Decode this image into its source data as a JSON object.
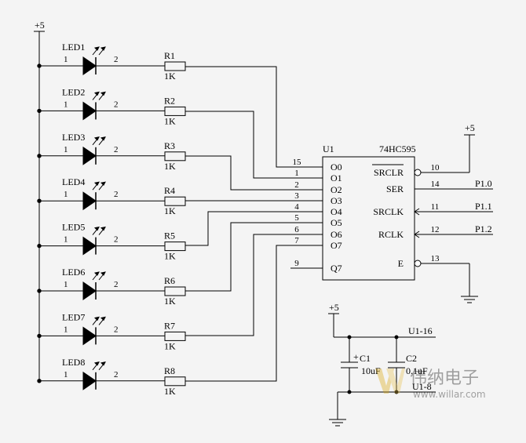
{
  "power": {
    "vcc_label": "+5"
  },
  "leds": [
    {
      "led": "LED1",
      "pin1": "1",
      "pin2": "2",
      "res": "R1",
      "val": "1K"
    },
    {
      "led": "LED2",
      "pin1": "1",
      "pin2": "2",
      "res": "R2",
      "val": "1K"
    },
    {
      "led": "LED3",
      "pin1": "1",
      "pin2": "2",
      "res": "R3",
      "val": "1K"
    },
    {
      "led": "LED4",
      "pin1": "1",
      "pin2": "2",
      "res": "R4",
      "val": "1K"
    },
    {
      "led": "LED5",
      "pin1": "1",
      "pin2": "2",
      "res": "R5",
      "val": "1K"
    },
    {
      "led": "LED6",
      "pin1": "1",
      "pin2": "2",
      "res": "R6",
      "val": "1K"
    },
    {
      "led": "LED7",
      "pin1": "1",
      "pin2": "2",
      "res": "R7",
      "val": "1K"
    },
    {
      "led": "LED8",
      "pin1": "1",
      "pin2": "2",
      "res": "R8",
      "val": "1K"
    }
  ],
  "ic": {
    "ref": "U1",
    "part": "74HC595",
    "left_pins": [
      {
        "num": "15",
        "name": "O0"
      },
      {
        "num": "1",
        "name": "O1"
      },
      {
        "num": "2",
        "name": "O2"
      },
      {
        "num": "3",
        "name": "O3"
      },
      {
        "num": "4",
        "name": "O4"
      },
      {
        "num": "5",
        "name": "O5"
      },
      {
        "num": "6",
        "name": "O6"
      },
      {
        "num": "7",
        "name": "O7"
      },
      {
        "num": "9",
        "name": "Q7"
      }
    ],
    "right_pins": [
      {
        "num": "10",
        "name": "SRCLR",
        "net": ""
      },
      {
        "num": "14",
        "name": "SER",
        "net": "P1.0"
      },
      {
        "num": "11",
        "name": "SRCLK",
        "net": "P1.1"
      },
      {
        "num": "12",
        "name": "RCLK",
        "net": "P1.2"
      },
      {
        "num": "13",
        "name": "E",
        "net": ""
      }
    ]
  },
  "decoupling": {
    "vcc_label": "+5",
    "c1_ref": "C1",
    "c1_val": "10uF",
    "c2_ref": "C2",
    "c2_val": "0.1uF",
    "top_net": "U1-16",
    "bottom_net": "U1-8",
    "plus_sign": "+"
  },
  "watermark": {
    "cn": "伟纳电子",
    "url": "www.willar.com"
  }
}
